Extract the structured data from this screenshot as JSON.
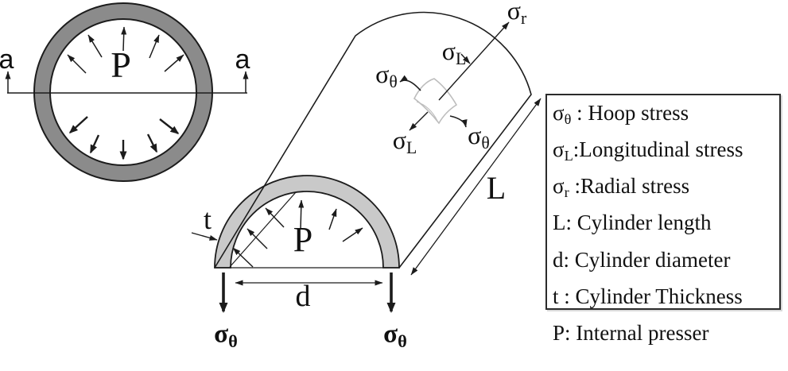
{
  "figure": {
    "cross_section": {
      "section_label_left": "a",
      "section_label_right": "a",
      "pressure_label": "P"
    },
    "cylinder": {
      "pressure_label": "P",
      "thickness_label": "t",
      "diameter_label": "d",
      "length_label": "L",
      "stress_labels": {
        "sigma_r": {
          "sym": "σ",
          "sub": "r"
        },
        "sigma_l_top": {
          "sym": "σ",
          "sub": "L"
        },
        "sigma_l_bottom": {
          "sym": "σ",
          "sub": "L"
        },
        "sigma_theta_left": {
          "sym": "σ",
          "sub": "θ"
        },
        "sigma_theta_right": {
          "sym": "σ",
          "sub": "θ"
        },
        "sigma_theta_hoop_left": {
          "sym": "σ",
          "sub": "θ"
        },
        "sigma_theta_hoop_right": {
          "sym": "σ",
          "sub": "θ"
        }
      }
    },
    "legend": {
      "items": [
        {
          "sym": "σ",
          "sub": "θ",
          "rest": " : Hoop stress"
        },
        {
          "sym": "σ",
          "sub": "L",
          "rest": ":Longitudinal stress"
        },
        {
          "sym": "σ",
          "sub": "r",
          "rest": " :Radial stress"
        },
        {
          "sym": "L",
          "sub": "",
          "rest": ": Cylinder length"
        },
        {
          "sym": "d",
          "sub": "",
          "rest": ": Cylinder diameter"
        },
        {
          "sym": "t",
          "sub": "",
          "rest": " : Cylinder Thickness"
        },
        {
          "sym": "P",
          "sub": "",
          "rest": ": Internal presser"
        }
      ]
    },
    "colors": {
      "ring_fill": "#8b8b8b",
      "arch_fill": "#c9c9c9",
      "patch_stroke": "#bdbdbd",
      "line": "#1c1c1c"
    }
  }
}
